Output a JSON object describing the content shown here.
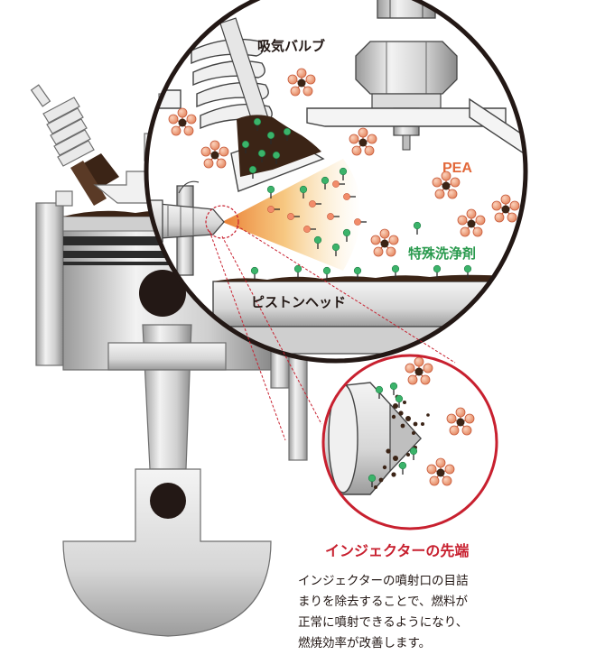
{
  "labels": {
    "intake_valve": "吸気バルブ",
    "pea": "PEA",
    "special_detergent": "特殊洗浄剤",
    "piston_head": "ピストンヘッド"
  },
  "caption": {
    "title": "インジェクターの先端",
    "lines": [
      "インジェクターの噴射口の目詰",
      "まりを除去することで、燃料が",
      "正常に噴射できるようになり、",
      "燃焼効率が改善します。"
    ]
  },
  "colors": {
    "pea_label": "#e2683a",
    "detergent_label": "#2a9a4e",
    "caption_title": "#c8202f",
    "deposit": "#3b2416",
    "spray": "#f3a23a",
    "metal_light": "#e6e6e6",
    "metal_dark": "#7d7d7d"
  },
  "icons": {
    "pea_molecule": "pea-molecule-icon",
    "detergent_molecule": "detergent-molecule-icon"
  }
}
